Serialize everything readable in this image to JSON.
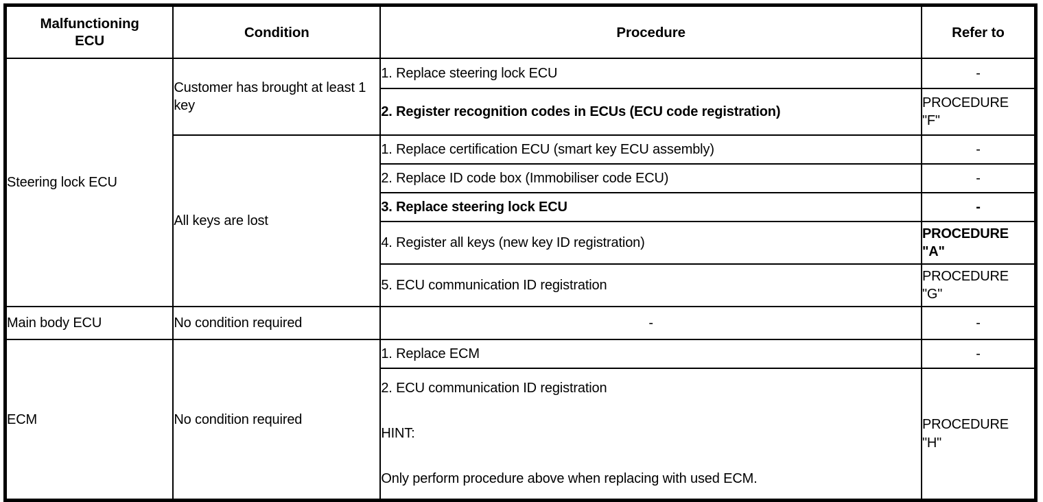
{
  "table": {
    "headers": {
      "ecu": "Malfunctioning\nECU",
      "condition": "Condition",
      "procedure": "Procedure",
      "refer_to": "Refer to"
    },
    "groups": [
      {
        "ecu": "Steering lock ECU",
        "conditions": [
          {
            "condition": "Customer has brought at least 1 key",
            "rows": [
              {
                "procedure": "1. Replace steering lock ECU",
                "refer_to": "-"
              },
              {
                "procedure": "2. Register recognition codes in ECUs (ECU code registration)",
                "refer_to": "PROCEDURE\n\"F\""
              }
            ]
          },
          {
            "condition": "All keys are lost",
            "rows": [
              {
                "procedure": "1. Replace certification ECU (smart key ECU assembly)",
                "refer_to": "-"
              },
              {
                "procedure": "2. Replace ID code box (Immobiliser code ECU)",
                "refer_to": "-"
              },
              {
                "procedure": "3. Replace steering lock ECU",
                "refer_to": "-"
              },
              {
                "procedure": "4. Register all keys (new key ID registration)",
                "refer_to": "PROCEDURE\n\"A\""
              },
              {
                "procedure": "5. ECU communication ID registration",
                "refer_to": "PROCEDURE\n\"G\""
              }
            ]
          }
        ]
      },
      {
        "ecu": "Main body ECU",
        "conditions": [
          {
            "condition": "No condition required",
            "rows": [
              {
                "procedure": "-",
                "refer_to": "-"
              }
            ]
          }
        ]
      },
      {
        "ecu": "ECM",
        "conditions": [
          {
            "condition": "No condition required",
            "rows": [
              {
                "procedure": "1. Replace ECM",
                "refer_to": "-"
              },
              {
                "procedure_lines": [
                  "2. ECU communication ID registration",
                  "HINT:",
                  "Only perform procedure above when replacing with used ECM."
                ],
                "refer_to": "PROCEDURE\n\"H\""
              }
            ]
          }
        ]
      }
    ]
  }
}
